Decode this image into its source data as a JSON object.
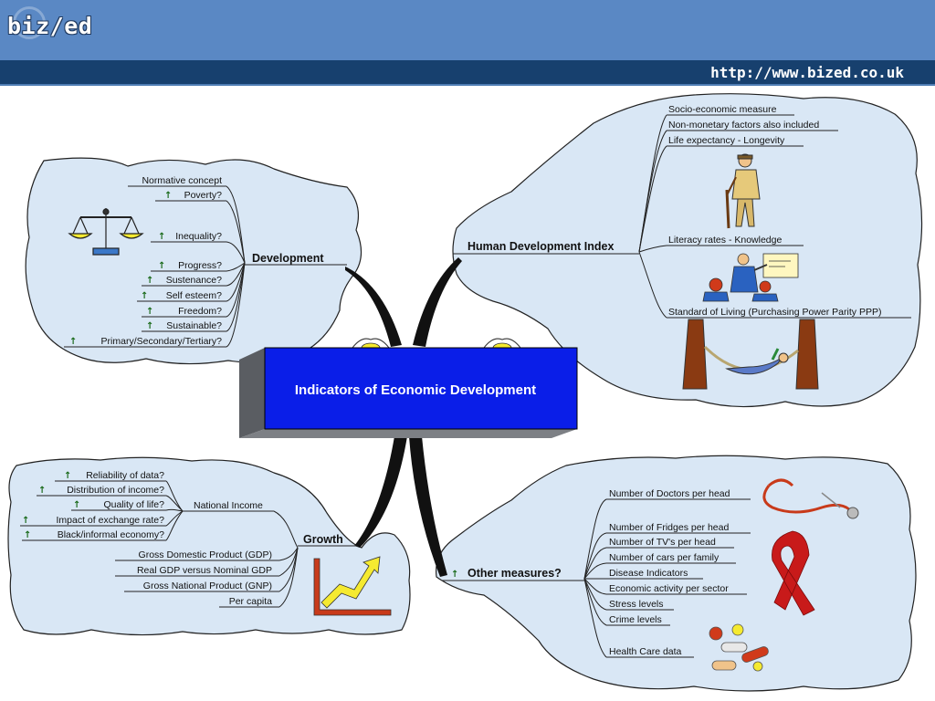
{
  "header": {
    "logo": "biz/ed",
    "url": "http://www.bized.co.uk"
  },
  "center": {
    "title": "Indicators of Economic Development"
  },
  "development": {
    "title": "Development",
    "items": [
      "Normative concept",
      "Poverty?",
      "Inequality?",
      "Progress?",
      "Sustenance?",
      "Self esteem?",
      "Freedom?",
      "Sustainable?",
      "Primary/Secondary/Tertiary?"
    ]
  },
  "hdi": {
    "title": "Human Development Index",
    "items": [
      "Socio-economic measure",
      "Non-monetary factors also included",
      "Life expectancy - Longevity",
      "Literacy rates - Knowledge",
      "Standard of Living (Purchasing Power Parity PPP)"
    ]
  },
  "growth": {
    "title": "Growth",
    "national_income": "National Income",
    "ni_items": [
      "Reliability of data?",
      "Distribution of income?",
      "Quality of life?",
      "Impact of exchange rate?",
      "Black/informal economy?"
    ],
    "items": [
      "Gross Domestic Product (GDP)",
      "Real GDP versus Nominal GDP",
      "Gross National Product (GNP)",
      "Per capita"
    ]
  },
  "other": {
    "title": "Other measures?",
    "items": [
      "Number of Doctors per head",
      "Number of Fridges per head",
      "Number of TV's per head",
      "Number of cars per family",
      "Disease Indicators",
      "Economic activity per sector",
      "Stress levels",
      "Crime levels",
      "Health Care data"
    ]
  },
  "colors": {
    "header_blue": "#5a88c4",
    "header_dark": "#17406e",
    "bubble_fill": "#d9e7f5",
    "center_blue": "#0a1ee8",
    "center_gray": "#5a5d62"
  },
  "icons": [
    "scales-icon",
    "old-man-icon",
    "teacher-icon",
    "hammock-icon",
    "stethoscope-icon",
    "awareness-ribbon-icon",
    "growth-chart-icon",
    "pills-icon",
    "lamp-icon"
  ]
}
